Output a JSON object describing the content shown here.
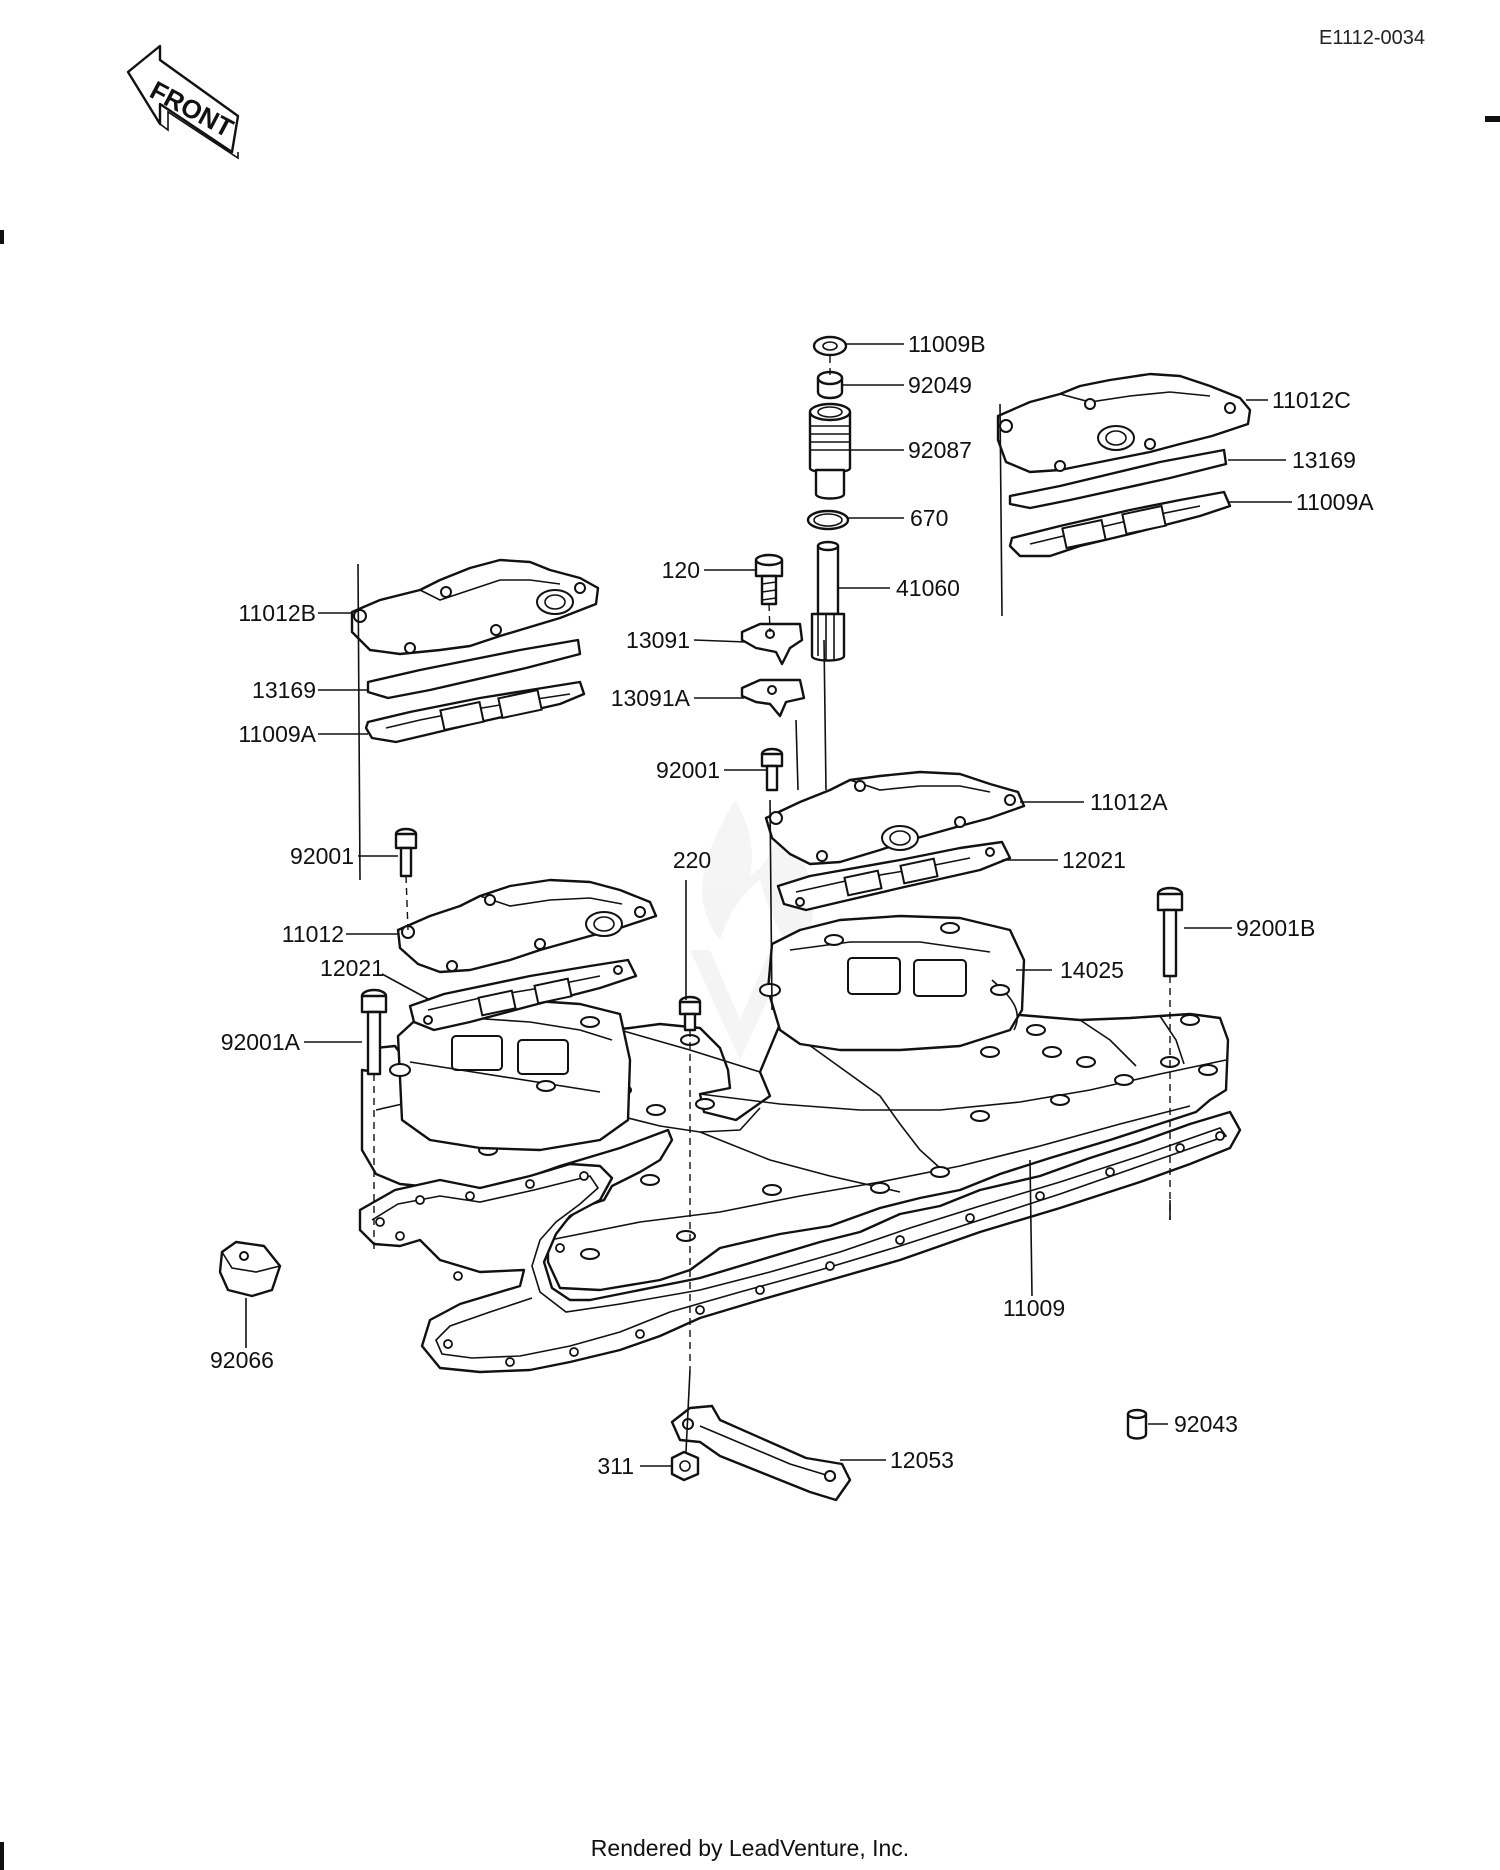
{
  "header": {
    "ref_code": "E1112-0034",
    "front_label": "FRONT"
  },
  "footer": {
    "credit": "Rendered by LeadVenture, Inc."
  },
  "callouts": {
    "c11009B": "11009B",
    "c92049": "92049",
    "c92087": "92087",
    "c670": "670",
    "c41060": "41060",
    "c120": "120",
    "c13091": "13091",
    "c13091A": "13091A",
    "c92001_mid": "92001",
    "c11012C": "11012C",
    "c13169_right": "13169",
    "c11009A_right": "11009A",
    "c11012B": "11012B",
    "c13169_left": "13169",
    "c11009A_left": "11009A",
    "c92001_left": "92001",
    "c11012A": "11012A",
    "c12021_right": "12021",
    "c220": "220",
    "c11012": "11012",
    "c12021_left": "12021",
    "c92001B": "92001B",
    "c14025": "14025",
    "c92001A": "92001A",
    "c11009": "11009",
    "c92066": "92066",
    "c92043": "92043",
    "c311": "311",
    "c12053": "12053"
  }
}
